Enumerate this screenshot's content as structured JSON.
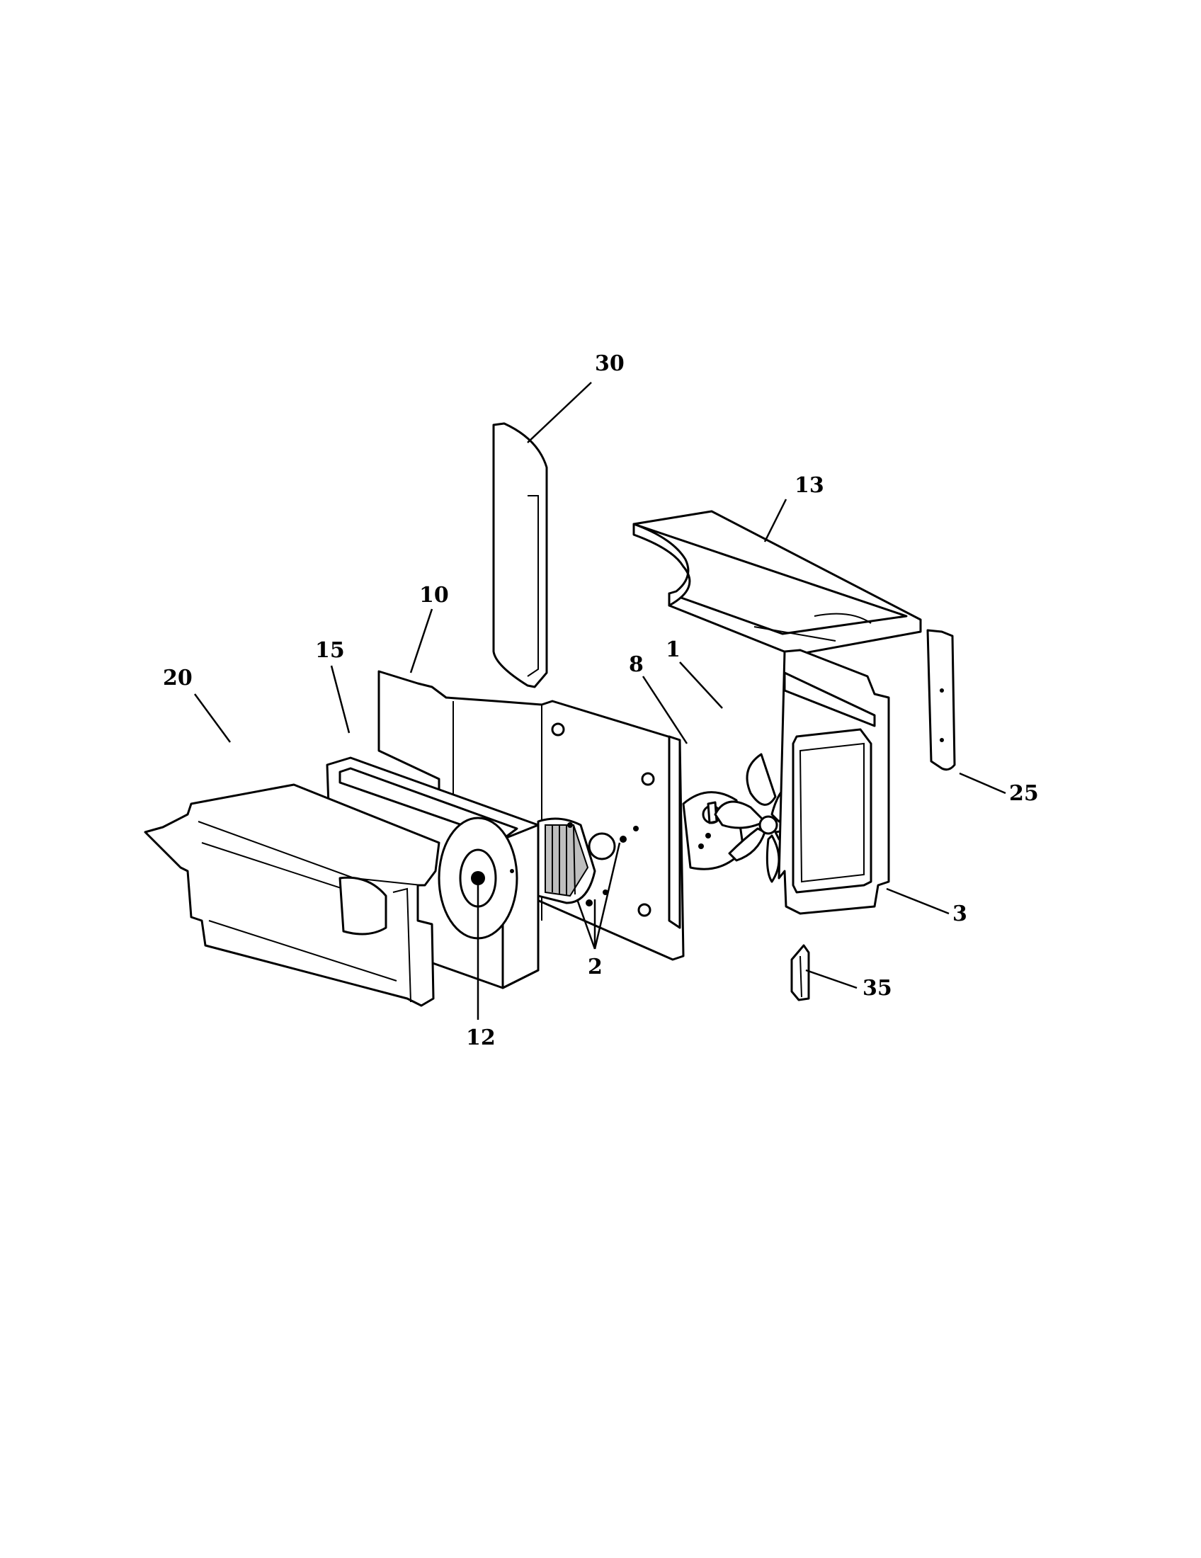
{
  "callouts": [
    {
      "id": "30",
      "label": "30"
    },
    {
      "id": "13",
      "label": "13"
    },
    {
      "id": "10",
      "label": "10"
    },
    {
      "id": "15",
      "label": "15"
    },
    {
      "id": "20",
      "label": "20"
    },
    {
      "id": "8",
      "label": "8"
    },
    {
      "id": "1",
      "label": "1"
    },
    {
      "id": "25",
      "label": "25"
    },
    {
      "id": "3",
      "label": "3"
    },
    {
      "id": "2",
      "label": "2"
    },
    {
      "id": "35",
      "label": "35"
    },
    {
      "id": "12",
      "label": "12"
    }
  ]
}
